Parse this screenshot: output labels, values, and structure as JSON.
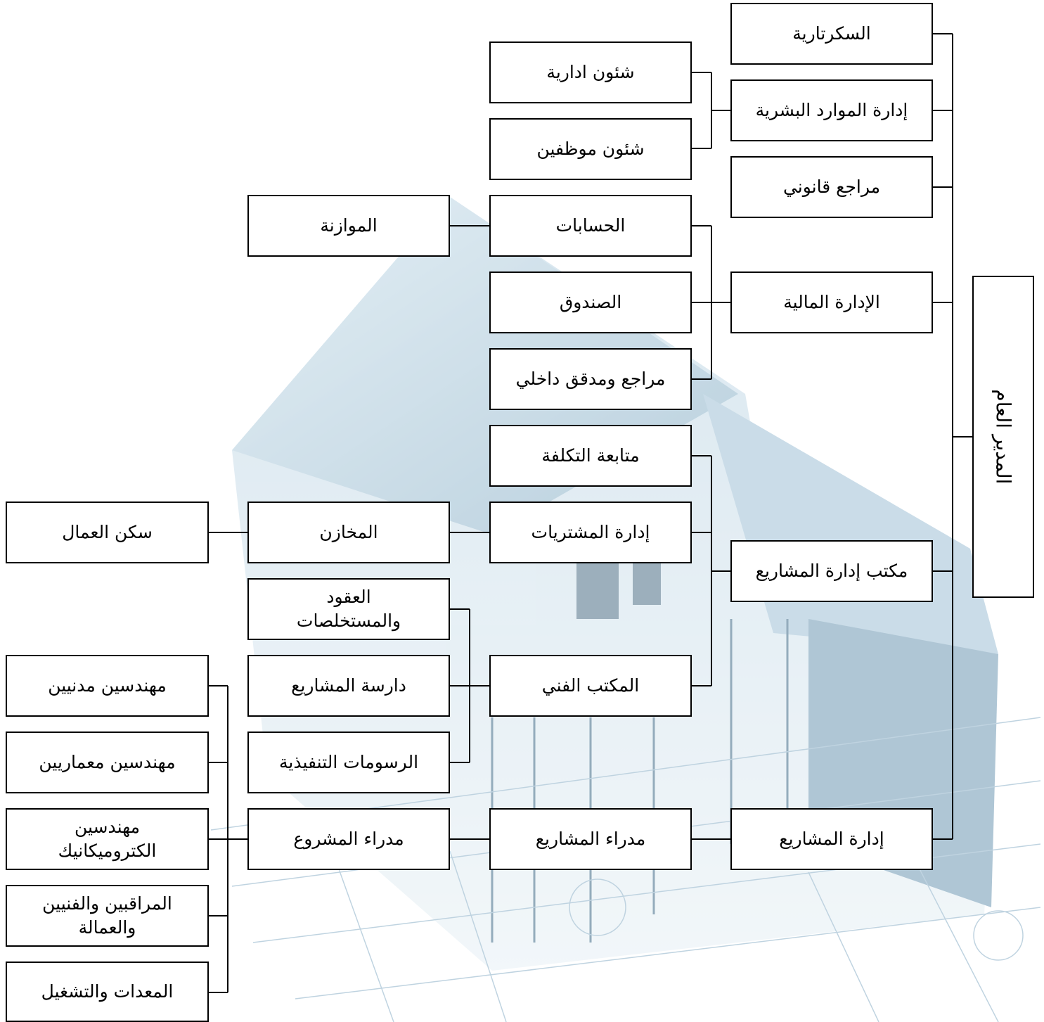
{
  "org": {
    "general_manager": "المدير العام",
    "secretary": "السكرتارية",
    "hr": "إدارة الموارد البشرية",
    "legal": "مراجع قانوني",
    "finance": "الإدارة المالية",
    "pmo": "مكتب إدارة المشاريع",
    "projects_dept": "إدارة المشاريع",
    "admin_affairs": "شئون ادارية",
    "staff_affairs": "شئون موظفين",
    "accounts": "الحسابات",
    "cashbox": "الصندوق",
    "internal_auditor": "مراجع ومدقق داخلي",
    "cost_control": "متابعة التكلفة",
    "procurement": "إدارة المشتريات",
    "technical_office": "المكتب الفني",
    "project_managers": "مدراء المشاريع",
    "budget": "الموازنة",
    "warehouses": "المخازن",
    "contracts": "العقود والمستخلصات",
    "project_study": "دارسة المشاريع",
    "shop_drawings": "الرسومات التنفيذية",
    "project_manager": "مدراء المشروع",
    "workers_housing": "سكن العمال",
    "civil_engineers": "مهندسين مدنيين",
    "architects": "مهندسين معماريين",
    "electromechanical": "مهندسين الكتروميكانيك",
    "supervisors": "المراقبين والفنيين والعمالة",
    "equipment": "المعدات والتشغيل"
  }
}
